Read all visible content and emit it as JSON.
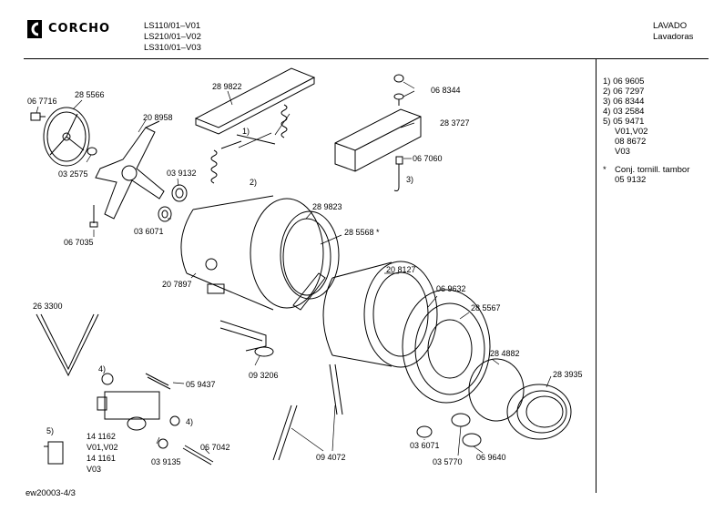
{
  "header": {
    "brand": "CORCHO",
    "models": [
      "LS110/01–V01",
      "LS210/01–V02",
      "LS310/01–V03"
    ],
    "category": "LAVADO",
    "subcategory": "Lavadoras"
  },
  "legend": [
    "1) 06 9605",
    "2) 06 7297",
    "3) 06 8344",
    "4) 03 2584",
    "5) 05 9471",
    "V01,V02",
    "08 8672",
    "V03",
    "*",
    "Conj. tornill. tambor",
    "05 9132"
  ],
  "parts": {
    "p067716": "06 7716",
    "p285566": "28 5566",
    "p208958": "20 8958",
    "p289822": "28 9822",
    "p068344": "06 8344",
    "p283727": "28 3727",
    "p067060": "06 7060",
    "m3": "3)",
    "m1": "1)",
    "m2": "2)",
    "p032575": "03 2575",
    "p039132": "03 9132",
    "p036071a": "03 6071",
    "p067035": "06 7035",
    "p289823": "28 9823",
    "p285568": "28 5568 *",
    "p208127": "20 8127",
    "p207897": "20 7897",
    "p263300": "26 3300",
    "p069632": "06 9632",
    "p285567": "28 5567",
    "p284882": "28 4882",
    "p283935": "28 3935",
    "p093206": "09 3206",
    "m4a": "4)",
    "p059437": "05 9437",
    "m4b": "4)",
    "m5": "5)",
    "p141162": "14 1162",
    "v0102": "V01,V02",
    "p141161": "14 1161",
    "v03": "V03",
    "p039135": "03 9135",
    "p067042": "06 7042",
    "p094072": "09 4072",
    "p036071b": "03 6071",
    "p035770": "03 5770",
    "p069640": "06 9640"
  },
  "footer": {
    "code": "ew20003-4/3"
  }
}
